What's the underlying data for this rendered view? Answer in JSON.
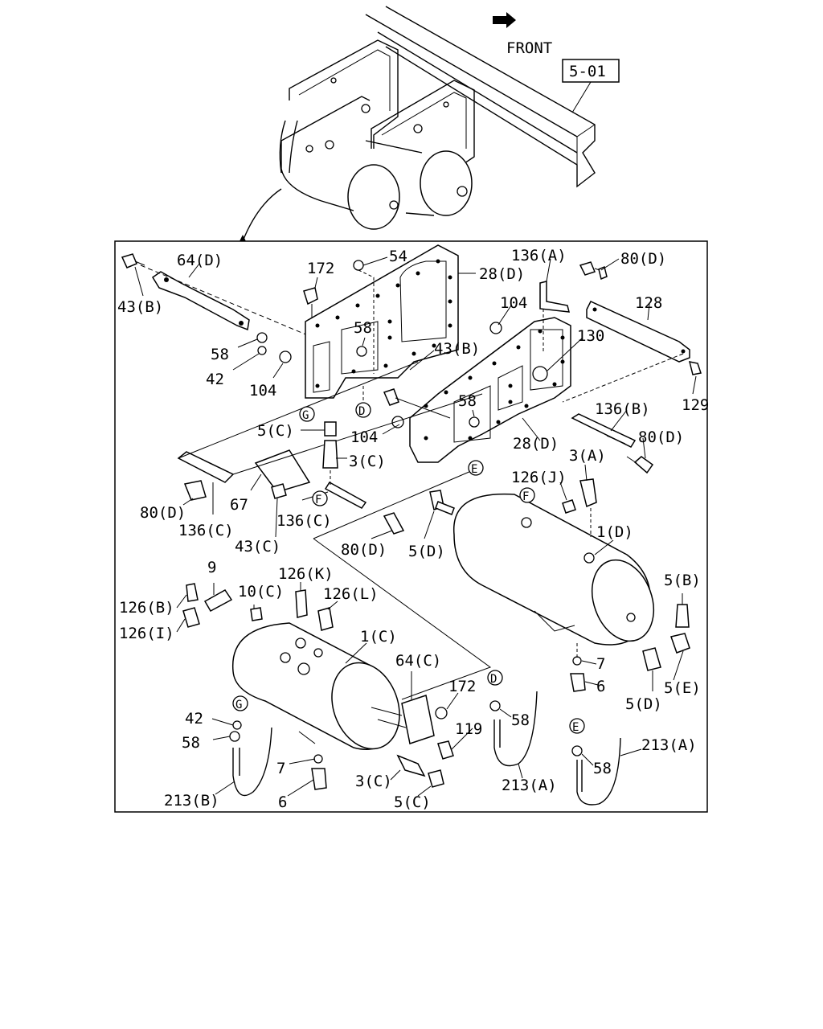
{
  "header": {
    "front_label": "FRONT",
    "ref_box": "5-01"
  },
  "colors": {
    "ink": "#000000",
    "paper": "#ffffff"
  },
  "labels": [
    {
      "id": "lbl-64d",
      "text": "64(D)"
    },
    {
      "id": "lbl-43b-a",
      "text": "43(B)"
    },
    {
      "id": "lbl-172-a",
      "text": "172"
    },
    {
      "id": "lbl-54",
      "text": "54"
    },
    {
      "id": "lbl-28d-a",
      "text": "28(D)"
    },
    {
      "id": "lbl-136a",
      "text": "136(A)"
    },
    {
      "id": "lbl-80d-a",
      "text": "80(D)"
    },
    {
      "id": "lbl-128",
      "text": "128"
    },
    {
      "id": "lbl-104-a",
      "text": "104"
    },
    {
      "id": "lbl-58-a",
      "text": "58"
    },
    {
      "id": "lbl-58-b",
      "text": "58"
    },
    {
      "id": "lbl-42-a",
      "text": "42"
    },
    {
      "id": "lbl-104-b",
      "text": "104"
    },
    {
      "id": "lbl-43b-b",
      "text": "43(B)"
    },
    {
      "id": "lbl-130",
      "text": "130"
    },
    {
      "id": "lbl-129",
      "text": "129"
    },
    {
      "id": "lbl-58-c",
      "text": "58"
    },
    {
      "id": "lbl-136b",
      "text": "136(B)"
    },
    {
      "id": "lbl-5c-a",
      "text": "5(C)"
    },
    {
      "id": "lbl-104-c",
      "text": "104"
    },
    {
      "id": "lbl-28d-b",
      "text": "28(D)"
    },
    {
      "id": "lbl-80d-b",
      "text": "80(D)"
    },
    {
      "id": "lbl-3c-a",
      "text": "3(C)"
    },
    {
      "id": "lbl-3a",
      "text": "3(A)"
    },
    {
      "id": "lbl-126j",
      "text": "126(J)"
    },
    {
      "id": "lbl-80d-c",
      "text": "80(D)"
    },
    {
      "id": "lbl-67",
      "text": "67"
    },
    {
      "id": "lbl-136c-a",
      "text": "136(C)"
    },
    {
      "id": "lbl-136c-b",
      "text": "136(C)"
    },
    {
      "id": "lbl-43c",
      "text": "43(C)"
    },
    {
      "id": "lbl-80d-d",
      "text": "80(D)"
    },
    {
      "id": "lbl-1d",
      "text": "1(D)"
    },
    {
      "id": "lbl-5d-a",
      "text": "5(D)"
    },
    {
      "id": "lbl-9",
      "text": "9"
    },
    {
      "id": "lbl-126k",
      "text": "126(K)"
    },
    {
      "id": "lbl-10c",
      "text": "10(C)"
    },
    {
      "id": "lbl-126l",
      "text": "126(L)"
    },
    {
      "id": "lbl-126b",
      "text": "126(B)"
    },
    {
      "id": "lbl-126i",
      "text": "126(I)"
    },
    {
      "id": "lbl-5b",
      "text": "5(B)"
    },
    {
      "id": "lbl-1c",
      "text": "1(C)"
    },
    {
      "id": "lbl-64c",
      "text": "64(C)"
    },
    {
      "id": "lbl-7-a",
      "text": "7"
    },
    {
      "id": "lbl-6-a",
      "text": "6"
    },
    {
      "id": "lbl-5e",
      "text": "5(E)"
    },
    {
      "id": "lbl-5d-b",
      "text": "5(D)"
    },
    {
      "id": "lbl-172-b",
      "text": "172"
    },
    {
      "id": "lbl-58-d",
      "text": "58"
    },
    {
      "id": "lbl-119",
      "text": "119"
    },
    {
      "id": "lbl-42-b",
      "text": "42"
    },
    {
      "id": "lbl-58-e",
      "text": "58"
    },
    {
      "id": "lbl-213a-a",
      "text": "213(A)"
    },
    {
      "id": "lbl-58-f",
      "text": "58"
    },
    {
      "id": "lbl-7-b",
      "text": "7"
    },
    {
      "id": "lbl-3c-b",
      "text": "3(C)"
    },
    {
      "id": "lbl-213a-b",
      "text": "213(A)"
    },
    {
      "id": "lbl-6-b",
      "text": "6"
    },
    {
      "id": "lbl-5c-b",
      "text": "5(C)"
    },
    {
      "id": "lbl-213b",
      "text": "213(B)"
    }
  ],
  "callouts": [
    {
      "id": "co-g-a",
      "text": "G"
    },
    {
      "id": "co-d-a",
      "text": "D"
    },
    {
      "id": "co-e-a",
      "text": "E"
    },
    {
      "id": "co-f-a",
      "text": "F"
    },
    {
      "id": "co-f-b",
      "text": "F"
    },
    {
      "id": "co-g-b",
      "text": "G"
    },
    {
      "id": "co-d-b",
      "text": "D"
    },
    {
      "id": "co-e-b",
      "text": "E"
    }
  ]
}
